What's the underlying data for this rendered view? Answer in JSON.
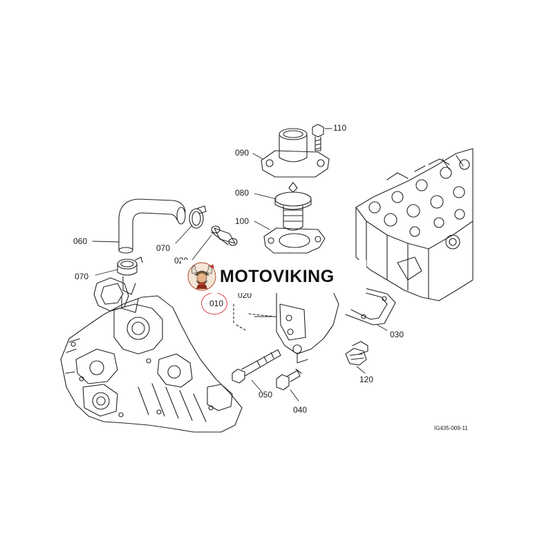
{
  "labels": {
    "p110": "110",
    "p090": "090",
    "p080": "080",
    "p100": "100",
    "p060": "060",
    "p070a": "070",
    "p070b": "070",
    "p020a": "020",
    "p020b": "020",
    "p010": "010",
    "p030": "030",
    "p050": "050",
    "p040": "040",
    "p120": "120"
  },
  "drawing_ref": "IG435-009-11",
  "watermark": {
    "brand": "MOTOVIKING"
  },
  "colors": {
    "line": "#1a1a1a",
    "highlight": "#d94040",
    "background": "#ffffff"
  }
}
